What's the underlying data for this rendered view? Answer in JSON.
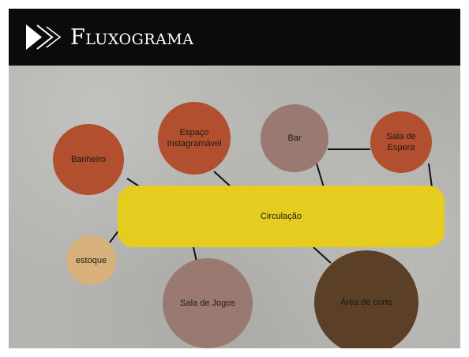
{
  "header": {
    "title": "Fluxograma",
    "background": "#0b0b0b",
    "logo_icon": "double-chevron-right-icon"
  },
  "hub": {
    "label": "Circulação",
    "color": "#e5cc1f"
  },
  "nodes": [
    {
      "id": "banheiro",
      "label": "Banheiro",
      "color": "#b24f2e"
    },
    {
      "id": "espaco-instagramavel",
      "label": "Espaço Instagramável",
      "color": "#b24f2e"
    },
    {
      "id": "bar",
      "label": "Bar",
      "color": "#9a7a70"
    },
    {
      "id": "sala-de-espera",
      "label": "Sala de Espera",
      "color": "#b24f2e"
    },
    {
      "id": "estoque",
      "label": "estoque",
      "color": "#d8b27a"
    },
    {
      "id": "sala-de-jogos",
      "label": "Sala de Jogos",
      "color": "#9a7a70"
    },
    {
      "id": "area-de-corte",
      "label": "Área de corte",
      "color": "#5c3f27"
    }
  ],
  "connections": [
    [
      "banheiro",
      "circulacao"
    ],
    [
      "espaco-instagramavel",
      "circulacao"
    ],
    [
      "bar",
      "circulacao"
    ],
    [
      "bar",
      "sala-de-espera"
    ],
    [
      "sala-de-espera",
      "circulacao"
    ],
    [
      "estoque",
      "circulacao"
    ],
    [
      "sala-de-jogos",
      "circulacao"
    ],
    [
      "area-de-corte",
      "circulacao"
    ]
  ]
}
